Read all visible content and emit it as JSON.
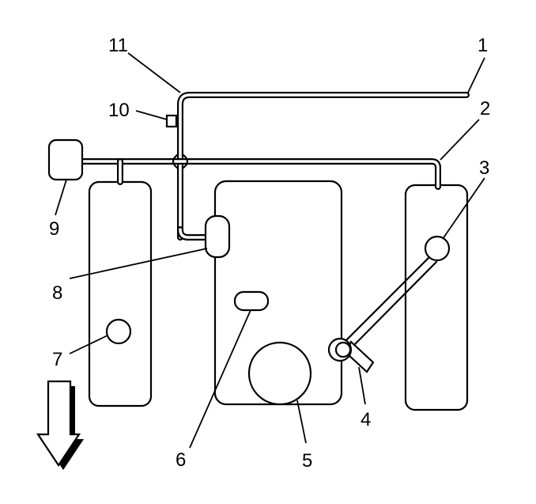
{
  "diagram": {
    "callouts": [
      {
        "id": "1",
        "text": "1"
      },
      {
        "id": "2",
        "text": "2"
      },
      {
        "id": "3",
        "text": "3"
      },
      {
        "id": "4",
        "text": "4"
      },
      {
        "id": "5",
        "text": "5"
      },
      {
        "id": "6",
        "text": "6"
      },
      {
        "id": "7",
        "text": "7"
      },
      {
        "id": "8",
        "text": "8"
      },
      {
        "id": "9",
        "text": "9"
      },
      {
        "id": "10",
        "text": "10"
      },
      {
        "id": "11",
        "text": "11"
      }
    ],
    "icons": {
      "direction_arrow": "arrow-down-icon"
    },
    "colors": {
      "line": "#000000",
      "background": "#ffffff",
      "shadow": "#000000"
    }
  }
}
